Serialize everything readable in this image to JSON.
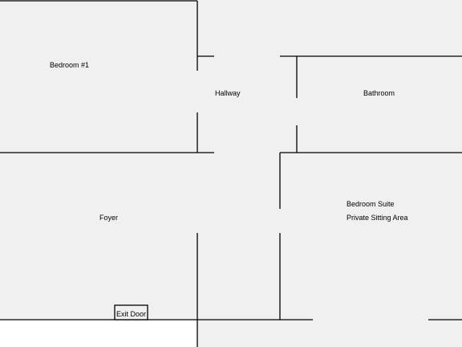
{
  "colors": {
    "floor": "#f0f0f0",
    "wall": "#000000",
    "outside": "#ffffff"
  },
  "rooms": {
    "bedroom1": "Bedroom #1",
    "hallway": "Hallway",
    "bathroom": "Bathroom",
    "foyer": "Foyer",
    "suite_name": "Bedroom Suite",
    "suite_area": "Private Sitting Area"
  },
  "exit_door": "Exit Door"
}
